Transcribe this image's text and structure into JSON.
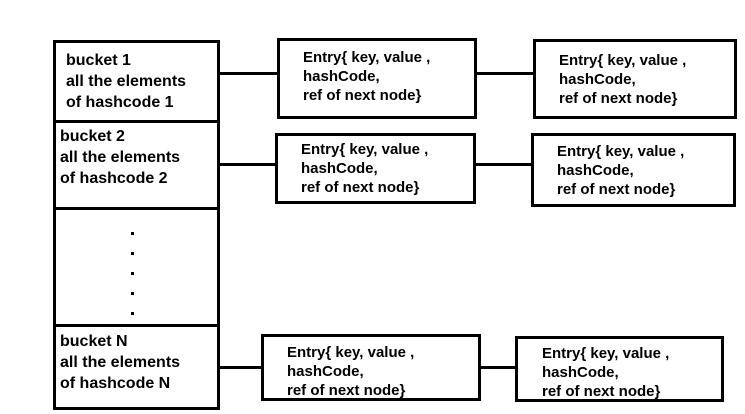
{
  "buckets": [
    {
      "lines": [
        "bucket 1",
        "all the elements",
        "of hashcode 1"
      ]
    },
    {
      "lines": [
        "bucket 2",
        "all the elements",
        "of hashcode 2"
      ]
    },
    {
      "lines": [
        "bucket  N",
        "all the elements",
        "of hashcode  N"
      ]
    }
  ],
  "entry": {
    "lines": [
      "Entry{ key, value ,",
      "hashCode,",
      "ref of next node}"
    ]
  },
  "ellipsis": "....."
}
